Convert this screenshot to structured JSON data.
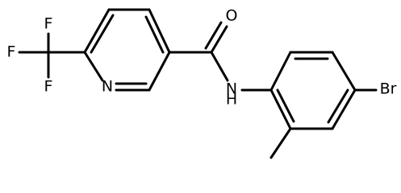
{
  "molecule": {
    "atoms": {
      "F1": "F",
      "F2": "F",
      "F3": "F",
      "N_pyridine": "N",
      "O": "O",
      "NH": "N",
      "H": "H",
      "Br": "Br"
    }
  },
  "colors": {
    "bond": "#000000",
    "label": "#000000",
    "background": "#ffffff"
  }
}
